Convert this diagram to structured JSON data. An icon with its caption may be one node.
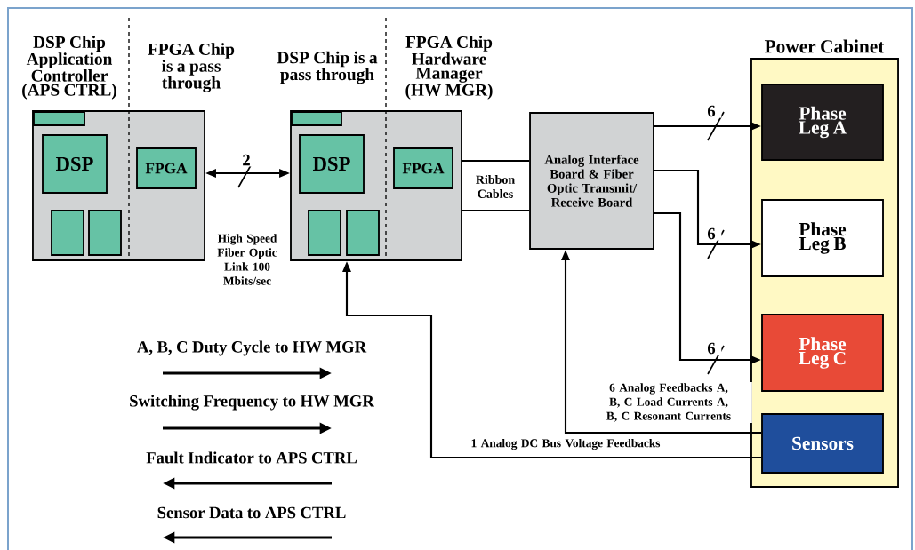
{
  "diagram": {
    "nodes": [
      {
        "text": [
          "DSP Chip Application Controller (APS CTRL)",
          "FPGA Chip is a pass through"
        ]
      },
      {
        "text": [],
        "shape": "box",
        "in": 0
      },
      {
        "text": [
          "DSP"
        ],
        "in": 0
      },
      {
        "text": [
          "FPGA"
        ],
        "in": 0
      },
      {
        "text": [],
        "shape": "box",
        "in": 0
      },
      {
        "text": [],
        "shape": "box",
        "in": 0
      },
      {
        "text": [
          "DSP Chip is a pass through",
          "FPGA Chip Hardware Manager (HW MGR)"
        ]
      },
      {
        "text": [],
        "shape": "box",
        "in": 6
      },
      {
        "text": [
          "DSP"
        ],
        "in": 6
      },
      {
        "text": [
          "FPGA"
        ],
        "in": 6
      },
      {
        "text": [],
        "shape": "box",
        "in": 6
      },
      {
        "text": [],
        "shape": "box",
        "in": 6
      },
      {
        "text": [
          "Analog Interface Board & Fiber Optic Transmit/ Receive Board"
        ]
      },
      {
        "text": [
          "Power Cabinet"
        ]
      },
      {
        "text": [
          "Phase Leg A"
        ],
        "in": 13
      },
      {
        "text": [
          "Phase Leg B"
        ],
        "in": 13
      },
      {
        "text": [
          "Phase Leg C"
        ],
        "in": 13
      },
      {
        "text": [
          "Sensors"
        ],
        "in": 13
      }
    ],
    "edges": [
      {
        "from": 0,
        "to": 6,
        "arrow": "both",
        "label": "2"
      },
      {
        "from": 6,
        "to": 12,
        "arrow": "none"
      },
      {
        "from": 6,
        "to": 12,
        "arrow": "none"
      },
      {
        "from": 12,
        "to": 14,
        "arrow": "to",
        "label": "6"
      },
      {
        "from": 12,
        "to": 15,
        "arrow": "to",
        "label": "6"
      },
      {
        "from": 12,
        "to": 16,
        "arrow": "to",
        "label": "6"
      },
      {
        "from": 17,
        "to": 12,
        "arrow": "to",
        "label": "6 Analog Feedbacks A, B, C Load Currents A, B, C Resonant Currents"
      },
      {
        "from": 17,
        "to": 6,
        "arrow": "to",
        "label": "1 Analog DC Bus Voltage Feedbacks"
      }
    ],
    "labels": [
      "High Speed Fiber Optic Link 100 Mbits/sec",
      "Ribbon Cables",
      "A, B, C Duty Cycle to HW MGR",
      "Switching Frequency to HW MGR",
      "Fault Indicator to APS CTRL",
      "Sensor Data to APS CTRL"
    ]
  }
}
